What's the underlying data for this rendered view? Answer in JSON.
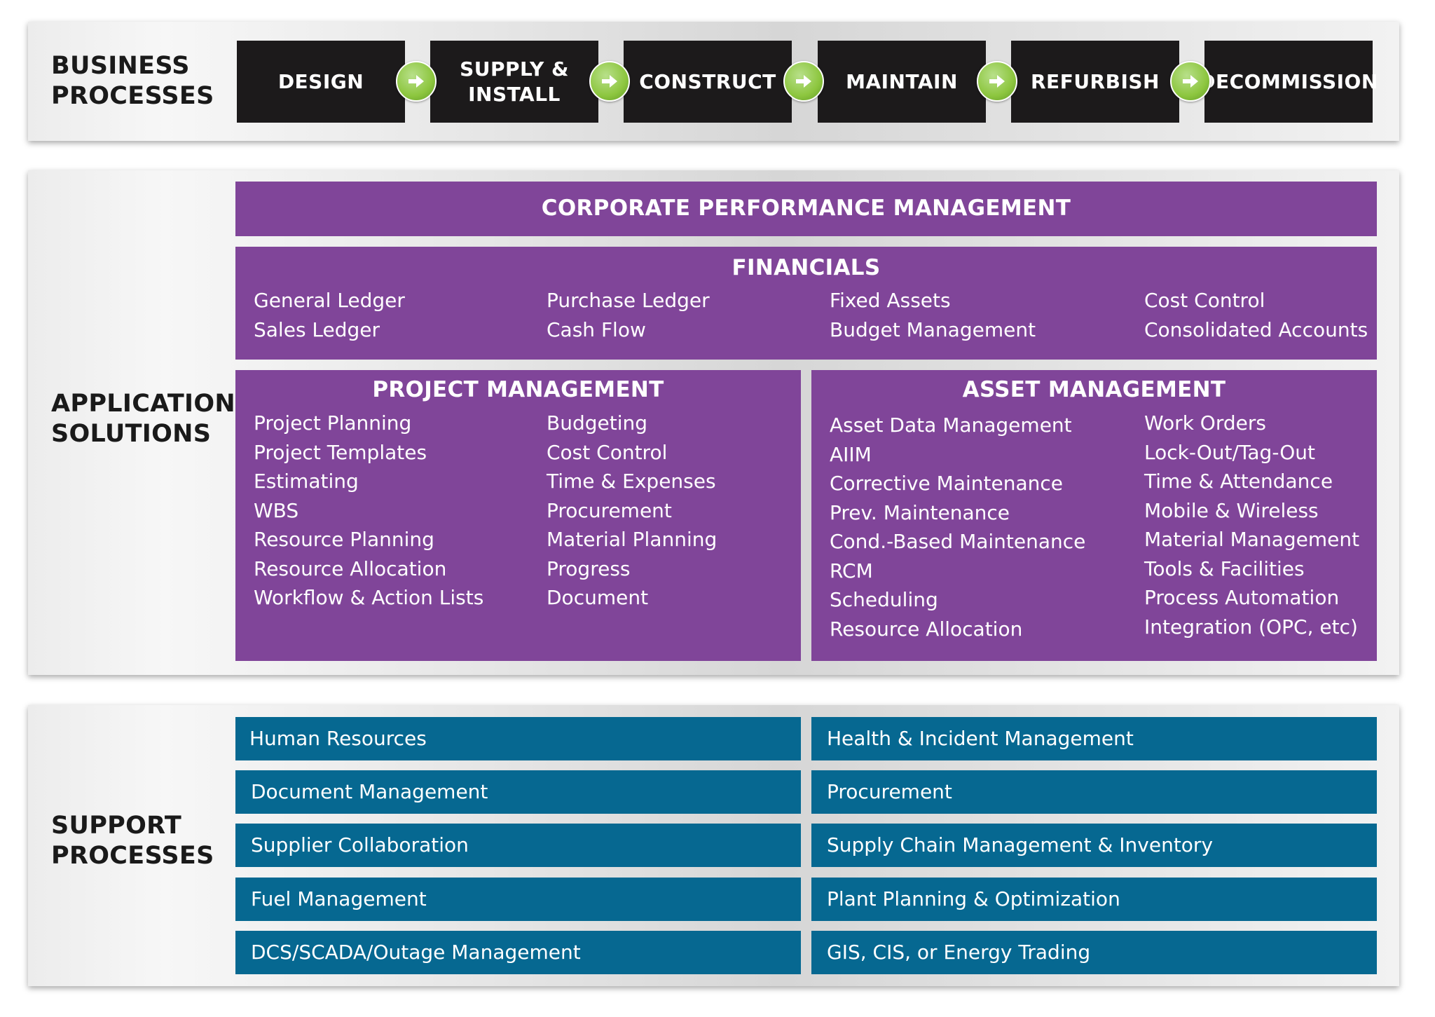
{
  "business_processes": {
    "label": "BUSINESS\nPROCESSES",
    "steps": [
      "DESIGN",
      "SUPPLY &\nINSTALL",
      "CONSTRUCT",
      "MAINTAIN",
      "REFURBISH",
      "DECOMMISSION"
    ],
    "arrow_icon": "right-arrow-icon",
    "arrow_color": "#8dc63f",
    "step_color": "#1c1a1b"
  },
  "application_solutions": {
    "label": "APPLICATION\nSOLUTIONS",
    "color": "#804599",
    "corporate_title": "CORPORATE PERFORMANCE MANAGEMENT",
    "financials": {
      "title": "FINANCIALS",
      "columns": [
        [
          "General Ledger",
          "Sales Ledger"
        ],
        [
          "Purchase Ledger",
          "Cash Flow"
        ],
        [
          "Fixed Assets",
          "Budget Management"
        ],
        [
          "Cost Control",
          "Consolidated Accounts"
        ]
      ]
    },
    "project_management": {
      "title": "PROJECT MANAGEMENT",
      "columns": [
        [
          "Project Planning",
          "Project Templates",
          "Estimating",
          "WBS",
          "Resource Planning",
          "Resource Allocation",
          "Workflow & Action Lists"
        ],
        [
          "Budgeting",
          "Cost Control",
          "Time & Expenses",
          "Procurement",
          "Material Planning",
          "Progress",
          "Document"
        ]
      ]
    },
    "asset_management": {
      "title": "ASSET MANAGEMENT",
      "columns": [
        [
          "Asset Data Management",
          "AIIM",
          "Corrective Maintenance",
          "Prev. Maintenance",
          "Cond.-Based Maintenance",
          "RCM",
          "Scheduling",
          "Resource Allocation"
        ],
        [
          "Work Orders",
          "Lock-Out/Tag-Out",
          "Time & Attendance",
          "Mobile & Wireless",
          "Material Management",
          "Tools & Facilities",
          "Process Automation",
          "Integration (OPC, etc)"
        ]
      ]
    }
  },
  "support_processes": {
    "label": "SUPPORT\nPROCESSES",
    "color": "#066891",
    "left": [
      "Human Resources",
      "Document Management",
      "Supplier Collaboration",
      "Fuel Management",
      "DCS/SCADA/Outage Management"
    ],
    "right": [
      "Health & Incident Management",
      "Procurement",
      "Supply Chain Management & Inventory",
      "Plant Planning & Optimization",
      "GIS, CIS, or Energy Trading"
    ]
  }
}
